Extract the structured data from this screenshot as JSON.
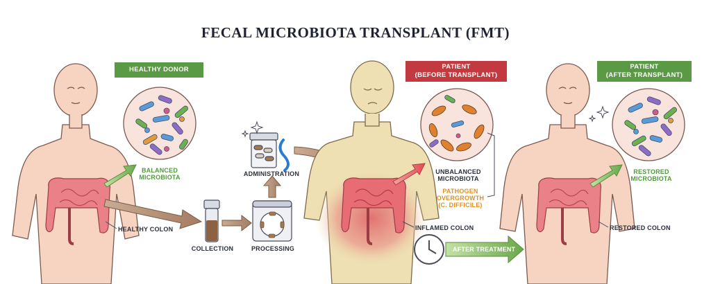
{
  "title": "FECAL MICROBIOTA TRANSPLANT (FMT)",
  "badges": {
    "healthy_donor": "HEALTHY DONOR",
    "patient_before_l1": "PATIENT",
    "patient_before_l2": "(BEFORE TRANSPLANT)",
    "patient_after_l1": "PATIENT",
    "patient_after_l2": "(AFTER TRANSPLANT)"
  },
  "labels": {
    "balanced_l1": "BALANCED",
    "balanced_l2": "MICROBIOTA",
    "healthy_colon": "HEALTHY COLON",
    "collection": "COLLECTION",
    "processing": "PROCESSING",
    "administration": "ADMINISTRATION",
    "unbalanced_l1": "UNBALANCED",
    "unbalanced_l2": "MICROBIOTA",
    "pathogen_l1": "PATHOGEN",
    "pathogen_l2": "OVERGROWTH",
    "pathogen_l3": "(C. DIFFICILE)",
    "inflamed_colon": "INFLAMED COLON",
    "after_treatment": "AFTER TREATMENT",
    "restored_l1": "RESTORED",
    "restored_l2": "MICROBIOTA",
    "restored_colon": "RESTORED COLON"
  },
  "colors": {
    "skin": "#f7d3c2",
    "skin_patient": "#eee0b2",
    "inflamed": "#e98b8b",
    "colon": "#e8777d",
    "donor_badge": "#5a9a44",
    "patient_badge": "#c23a3f",
    "arrow_brown": "#a6826a",
    "arrow_green": "#8cc06a",
    "arrow_red": "#e4565a",
    "pathogen": "#e0812f"
  }
}
